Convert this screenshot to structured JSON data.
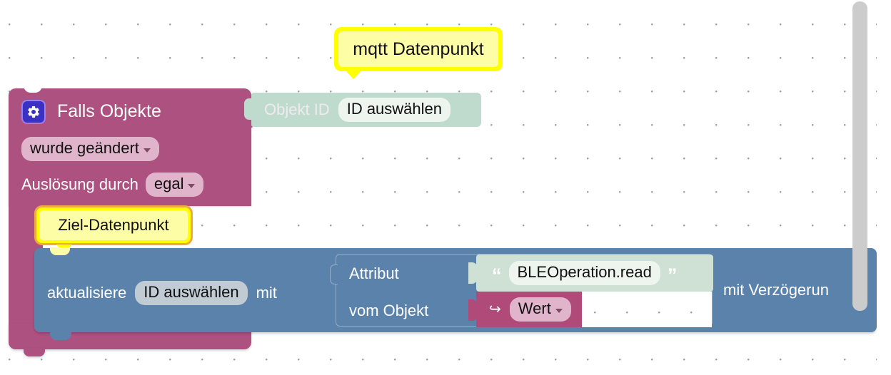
{
  "workspace": {
    "grid_color": "#9aa0a6",
    "background": "#ffffff"
  },
  "comments": [
    {
      "id": "mqtt",
      "text": "mqtt Datenpunkt",
      "fill": "#ffff00"
    },
    {
      "id": "ziel",
      "text": "Ziel-Datenpunkt",
      "fill": "#ffff00",
      "border": "#f0a93c"
    }
  ],
  "event_block": {
    "color": "#ad5180",
    "icon": "gear-icon",
    "title": "Falls Objekte",
    "condition_field": "wurde geändert",
    "trigger_label": "Auslösung durch",
    "trigger_field": "egal"
  },
  "object_id_block": {
    "color": "#bedbce",
    "label": "Objekt ID",
    "field": "ID auswählen"
  },
  "update_block": {
    "color": "#5b82ab",
    "prefix": "aktualisiere",
    "id_field": "ID auswählen",
    "with_label": "mit",
    "delay_label": "mit Verzögerun",
    "attribute_block": {
      "attribute_label": "Attribut",
      "from_object_label": "vom Objekt",
      "string_value": "BLEOperation.read",
      "string_color": "#cfe0d5",
      "open_quote": "“",
      "close_quote": "”",
      "value_field": "Wert",
      "value_color": "#b04a78",
      "arrow_icon": "↪"
    }
  },
  "scrollbar": {
    "orientation": "vertical",
    "thumb_color": "#cccccc"
  }
}
